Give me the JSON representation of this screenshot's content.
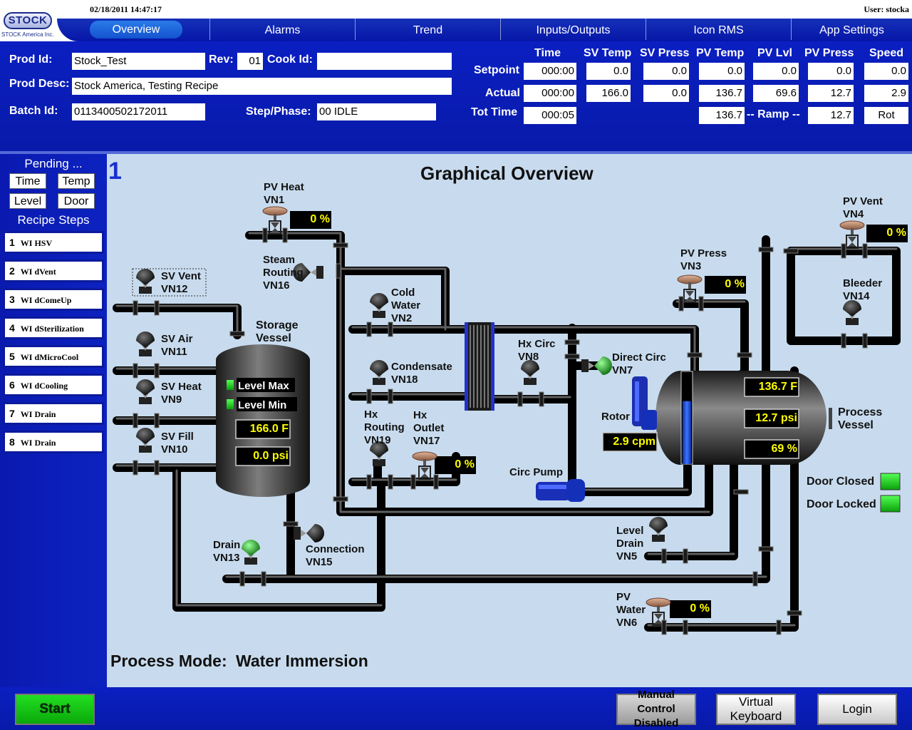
{
  "datetime": "02/18/2011 14:47:17",
  "user": "User: stocka",
  "logo": {
    "name": "STOCK",
    "sub": "STOCK America Inc."
  },
  "nav": [
    "Overview",
    "Alarms",
    "Trend",
    "Inputs/Outputs",
    "Icon RMS",
    "App Settings"
  ],
  "header": {
    "prod_id_label": "Prod Id:",
    "prod_id": "Stock_Test",
    "rev_label": "Rev:",
    "rev": "01",
    "cook_id_label": "Cook Id:",
    "cook_id": "",
    "prod_desc_label": "Prod Desc:",
    "prod_desc": "Stock America, Testing Recipe",
    "batch_id_label": "Batch Id:",
    "batch_id": "0113400502172011",
    "step_label": "Step/Phase:",
    "step": "00 IDLE",
    "cols": [
      "Time",
      "SV Temp",
      "SV Press",
      "PV Temp",
      "PV Lvl",
      "PV Press",
      "Speed"
    ],
    "rows": [
      "Setpoint",
      "Actual",
      "Tot Time"
    ],
    "setpoint": [
      "000:00",
      "0.0",
      "0.0",
      "0.0",
      "0.0",
      "0.0",
      "0.0"
    ],
    "actual": [
      "000:00",
      "166.0",
      "0.0",
      "136.7",
      "69.6",
      "12.7",
      "2.9"
    ],
    "tot_time": "000:05",
    "ramp_label": "-- Ramp --",
    "ramp_temp": "136.7",
    "ramp_press": "12.7",
    "rot": "Rot"
  },
  "sidebar": {
    "pending": "Pending ...",
    "buttons": [
      "Time",
      "Temp",
      "Level",
      "Door"
    ],
    "recipe_steps": "Recipe Steps",
    "steps": [
      {
        "n": "1",
        "t": "WI HSV"
      },
      {
        "n": "2",
        "t": "WI dVent"
      },
      {
        "n": "3",
        "t": "WI dComeUp"
      },
      {
        "n": "4",
        "t": "WI dSterilization"
      },
      {
        "n": "5",
        "t": "WI dMicroCool"
      },
      {
        "n": "6",
        "t": "WI dCooling"
      },
      {
        "n": "7",
        "t": "WI Drain"
      },
      {
        "n": "8",
        "t": "WI Drain"
      }
    ]
  },
  "overview": {
    "number": "1",
    "title": "Graphical Overview",
    "mode_label": "Process Mode:",
    "mode": "Water Immersion",
    "valves": {
      "vn1": [
        "PV Heat",
        "VN1"
      ],
      "vn1_val": "0 %",
      "vn16": [
        "Steam",
        "Routing",
        "VN16"
      ],
      "vn12": [
        "SV Vent",
        "VN12"
      ],
      "vn11": [
        "SV Air",
        "VN11"
      ],
      "vn9": [
        "SV Heat",
        "VN9"
      ],
      "vn10": [
        "SV Fill",
        "VN10"
      ],
      "vn2": [
        "Cold",
        "Water",
        "VN2"
      ],
      "vn18": [
        "Condensate",
        "VN18"
      ],
      "vn19": [
        "Hx",
        "Routing",
        "VN19"
      ],
      "vn17": [
        "Hx",
        "Outlet",
        "VN17"
      ],
      "vn17_val": "0 %",
      "vn8": [
        "Hx Circ",
        "VN8"
      ],
      "vn7": [
        "Direct Circ",
        "VN7"
      ],
      "vn3": [
        "PV Press",
        "VN3"
      ],
      "vn3_val": "0 %",
      "vn4": [
        "PV Vent",
        "VN4"
      ],
      "vn4_val": "0 %",
      "vn14": [
        "Bleeder",
        "VN14"
      ],
      "vn13": [
        "Drain",
        "VN13"
      ],
      "vn15": [
        "Connection",
        "VN15"
      ],
      "vn5": [
        "Level",
        "Drain",
        "VN5"
      ],
      "vn6": [
        "PV",
        "Water",
        "VN6"
      ],
      "vn6_val": "0 %"
    },
    "storage": {
      "label": [
        "Storage",
        "Vessel"
      ],
      "level_max": "Level Max",
      "level_min": "Level Min",
      "temp": "166.0 F",
      "press": "0.0 psi"
    },
    "process": {
      "label": [
        "Process",
        "Vessel"
      ],
      "temp": "136.7 F",
      "press": "12.7 psi",
      "level": "69 %",
      "level_fraction": 0.69
    },
    "rotor": {
      "label": "Rotor",
      "speed": "2.9 cpm"
    },
    "circ_pump": "Circ Pump",
    "door_closed": "Door Closed",
    "door_locked": "Door Locked"
  },
  "bottom": {
    "start": "Start",
    "manual": [
      "Manual Control",
      "Disabled"
    ],
    "keyboard": [
      "Virtual",
      "Keyboard"
    ],
    "login": "Login"
  },
  "colors": {
    "header_blue": "#0b1fc2",
    "panel": "#c8dbee",
    "indicator_green": "#12e012",
    "value_yellow": "#ffff00"
  }
}
